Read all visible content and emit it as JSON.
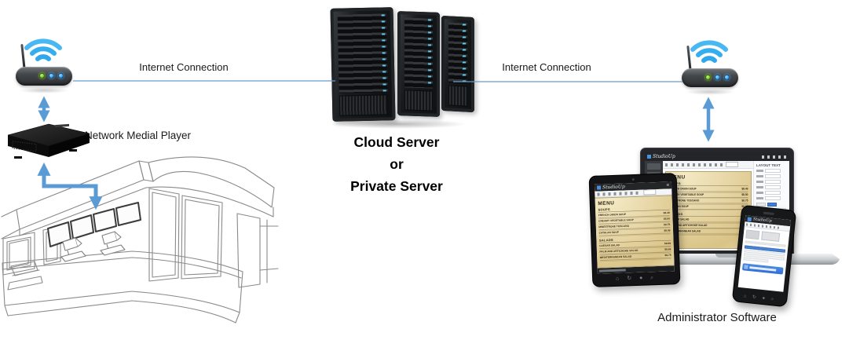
{
  "diagram": {
    "connection_left_label": "Internet Connection",
    "connection_right_label": "Internet Connection",
    "server_caption": [
      "Cloud Server",
      "or",
      "Private Server"
    ],
    "media_player_label": "Network Medial Player",
    "admin_label": "Administrator Software"
  },
  "admin_app": {
    "name": "StudioUp",
    "panel_title": "LAYOUT TEXT",
    "menu_glyph": "≡",
    "device_nav_glyphs": "⌂ ↻ ● ⌕",
    "menu": {
      "title": "MENU",
      "sections": [
        {
          "name": "SOUPS",
          "items": [
            {
              "name": "FRENCH ONION SOUP",
              "price": "$8.49"
            },
            {
              "name": "CREAMY VEGETABLE SOUP",
              "price": "$8.50"
            },
            {
              "name": "MINESTRONE TOSCANO",
              "price": "$8.75"
            },
            {
              "name": "CATALAN SOUP",
              "price": "$8.99"
            }
          ]
        },
        {
          "name": "SALADS",
          "items": [
            {
              "name": "CAESAR SALAD",
              "price": "$8.99"
            },
            {
              "name": "PALM AND ARTICHOKE SALAD",
              "price": "$9.99"
            },
            {
              "name": "MEDITERRANEAN SALAD",
              "price": "$9.75"
            }
          ]
        }
      ]
    }
  },
  "icons": {
    "wifi_signal": "three-arc wifi waves",
    "router_leds": [
      "green",
      "blue",
      "blue"
    ],
    "home": "⌂",
    "refresh": "↻",
    "home_button": "●",
    "search": "⌕",
    "menu": "≡"
  },
  "colors": {
    "connection_line": "#6b9ace",
    "arrow": "#5b9bd5",
    "wifi": "#2fa7ea",
    "led_green": "#7ed321",
    "led_blue": "#34aaff",
    "parchment": "#e8d9ad",
    "app_titlebar": "#232527",
    "accent_blue": "#3f7fd6"
  }
}
